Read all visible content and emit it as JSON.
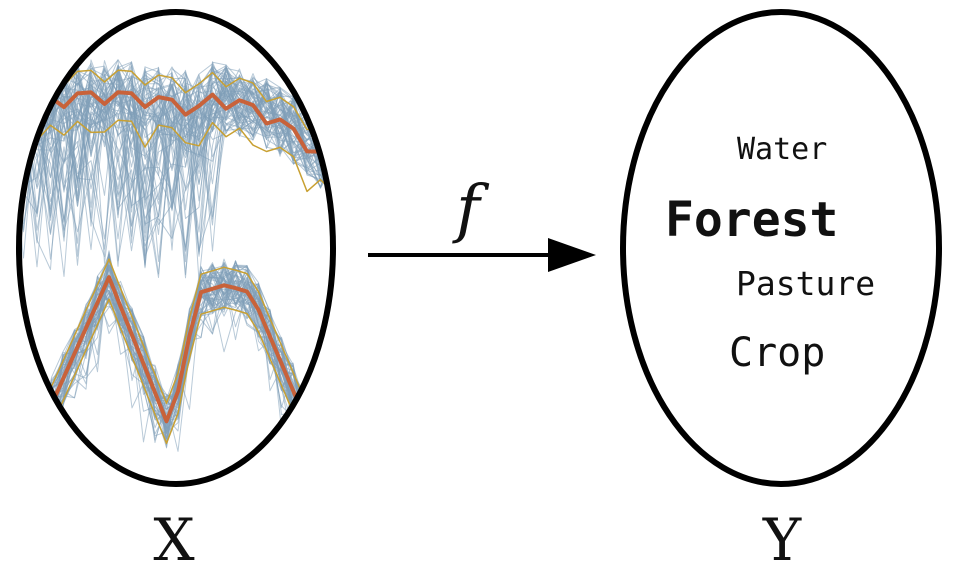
{
  "domain_set": {
    "label": "X",
    "trace_color": "#7f9fb8",
    "median_color": "#c8623a",
    "band_color": "#c8a032",
    "panels": [
      "upper-signal-panel",
      "lower-signal-panel"
    ]
  },
  "mapping": {
    "label": "f"
  },
  "codomain_set": {
    "label": "Y",
    "classes": [
      "Water",
      "Forest",
      "Pasture",
      "Crop"
    ]
  }
}
